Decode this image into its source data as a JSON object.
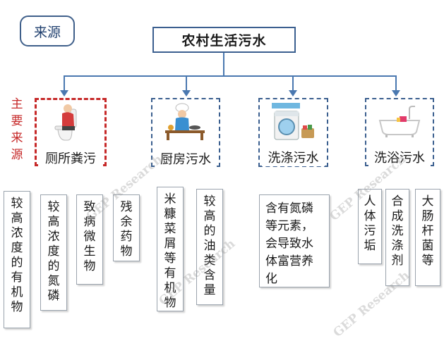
{
  "tag": "来源",
  "title": "农村生活污水",
  "main_source_label": [
    "主",
    "要",
    "来",
    "源"
  ],
  "sources": [
    {
      "label": "厕所粪污",
      "icon": "toilet-person-icon",
      "highlight": true
    },
    {
      "label": "厨房污水",
      "icon": "chef-cooking-icon",
      "highlight": false
    },
    {
      "label": "洗涤污水",
      "icon": "washing-machine-icon",
      "highlight": false
    },
    {
      "label": "洗浴污水",
      "icon": "bathtub-icon",
      "highlight": false
    }
  ],
  "details": {
    "toilet": [
      [
        "较",
        "高",
        "浓",
        "度",
        "的",
        "有",
        "机",
        "物"
      ],
      [
        "较",
        "高",
        "浓",
        "度",
        "的",
        "氮",
        "磷"
      ],
      [
        "致",
        "病",
        "微",
        "生",
        "物"
      ],
      [
        "残",
        "余",
        "药",
        "物"
      ]
    ],
    "kitchen": [
      [
        "米",
        "糠",
        "菜",
        "屑",
        "等",
        "有",
        "机",
        "物"
      ],
      [
        "较",
        "高",
        "的",
        "油",
        "类",
        "含",
        "量"
      ]
    ],
    "washing": "含有氮磷等元素，会导致水体富营养化",
    "bathing": [
      [
        "人",
        "体",
        "污",
        "垢"
      ],
      [
        "合",
        "成",
        "洗",
        "涤",
        "剂"
      ],
      [
        "大",
        "肠",
        "杆",
        "菌",
        "等"
      ]
    ]
  },
  "watermark": "GEP Research",
  "colors": {
    "accent": "#3b5f8f",
    "connector": "#4a78b0",
    "highlight": "#c62828"
  }
}
